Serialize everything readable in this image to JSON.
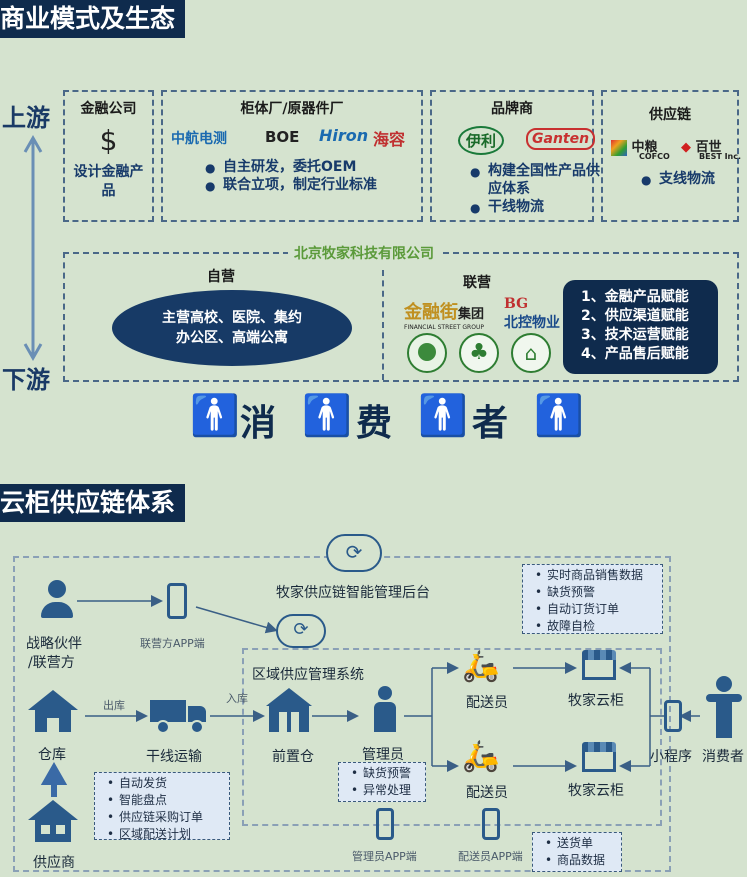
{
  "section1": {
    "title": "商业模式及生态",
    "upstream": "上游",
    "downstream": "下游",
    "finance": {
      "title": "金融公司",
      "item": "设计金融产品"
    },
    "factory": {
      "title": "柜体厂/原器件厂",
      "logos": [
        "中航电测",
        "BOE",
        "Hiron",
        "海容"
      ],
      "bullets": [
        "自主研发，委托OEM",
        "联合立项，制定行业标准"
      ]
    },
    "brand": {
      "title": "品牌商",
      "logos": [
        "伊利",
        "Ganten"
      ],
      "bullets": [
        "构建全国性产品供应体系",
        "干线物流"
      ]
    },
    "supply": {
      "title": "供应链",
      "logos": [
        "中粮",
        "COFCO",
        "百世",
        "BEST Inc."
      ],
      "bullets": [
        "支线物流"
      ]
    },
    "company": "北京牧家科技有限公司",
    "self_run": {
      "title": "自营",
      "desc_line1": "主营高校、医院、集约",
      "desc_line2": "办公区、高端公寓"
    },
    "joint": {
      "title": "联营",
      "logos": [
        "金融街",
        "集团",
        "FINANCIAL STREET GROUP",
        "BG",
        "北控物业"
      ]
    },
    "empower": [
      "1、金融产品赋能",
      "2、供应渠道赋能",
      "3、技术运营赋能",
      "4、产品售后赋能"
    ],
    "consumer_chars": [
      "消",
      "费",
      "者"
    ]
  },
  "section2": {
    "title": "云柜供应链体系",
    "backend": "牧家供应链智能管理后台",
    "partner_line1": "战略伙伴",
    "partner_line2": "/联营方",
    "partner_app": "联营方APP端",
    "regional": "区域供应管理系统",
    "warehouse": "仓库",
    "outbound": "出库",
    "trunk": "干线运输",
    "inbound": "入库",
    "front_wh": "前置仓",
    "manager": "管理员",
    "courier1": "配送员",
    "courier2": "配送员",
    "cabinet1": "牧家云柜",
    "cabinet2": "牧家云柜",
    "miniapp": "小程序",
    "consumer": "消费者",
    "supplier": "供应商",
    "manager_app": "管理员APP端",
    "courier_app": "配送员APP端",
    "notes_top": [
      "实时商品销售数据",
      "缺货预警",
      "自动订货订单",
      "故障自检"
    ],
    "notes_left": [
      "自动发货",
      "智能盘点",
      "供应链采购订单",
      "区域配送计划"
    ],
    "notes_mgr": [
      "缺货预警",
      "异常处理"
    ],
    "notes_app": [
      "送货单",
      "商品数据"
    ]
  },
  "colors": {
    "header_bg": "#0f2b4d",
    "accent": "#1e3d5c",
    "bg": "#d5e3cf",
    "green": "#6aa84f"
  }
}
